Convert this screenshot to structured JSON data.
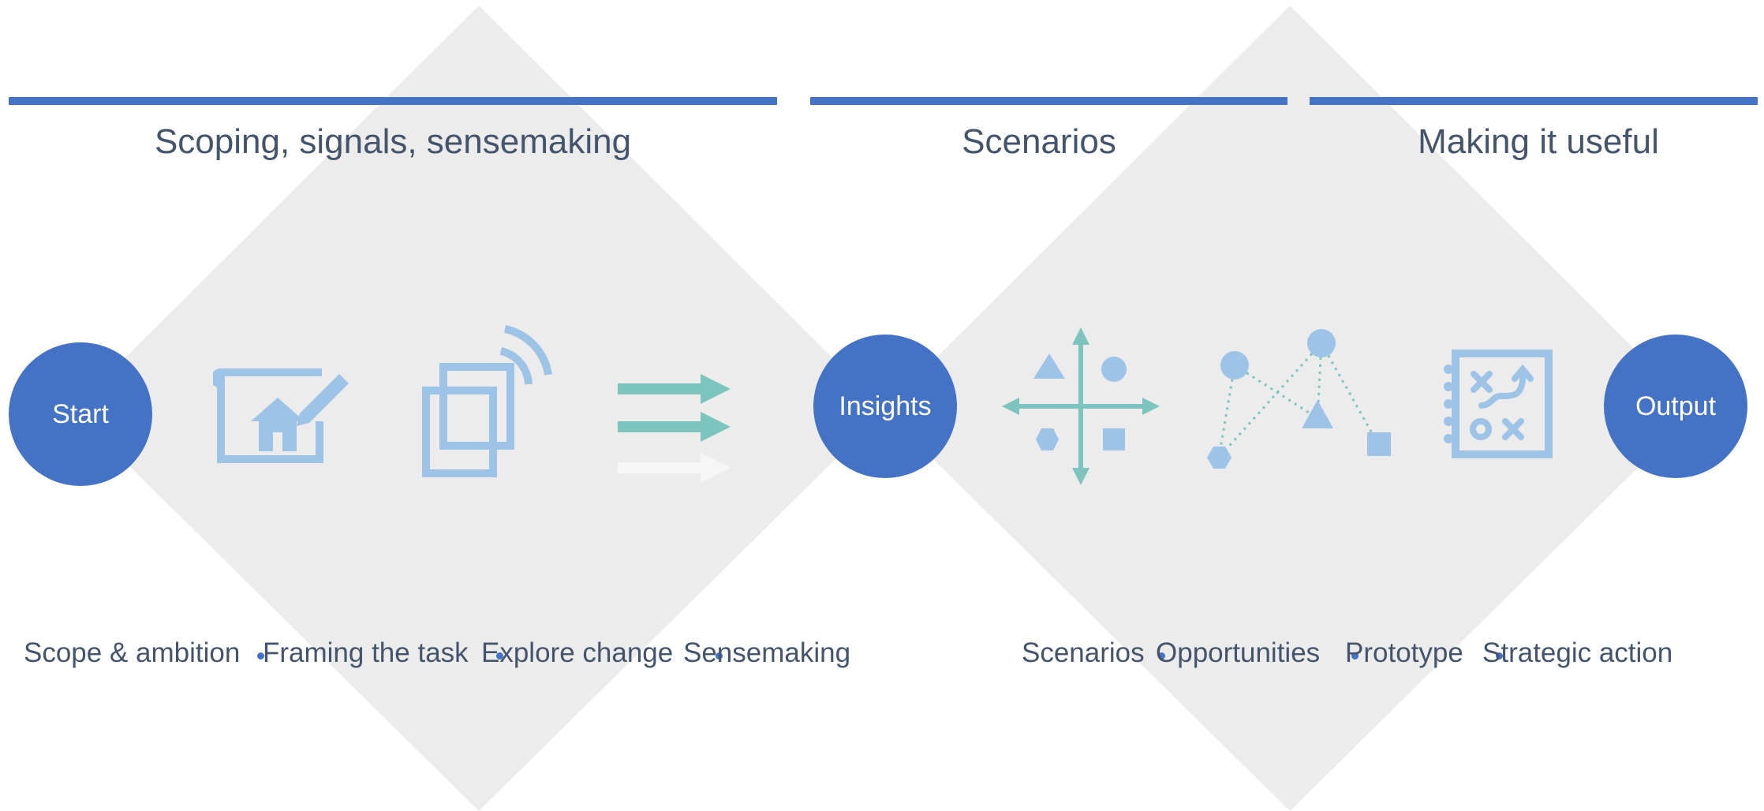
{
  "colors": {
    "accent": "#4472c4",
    "diamond": "#ececec",
    "icon_blue": "#9dc3e6",
    "icon_teal": "#7dc4bf",
    "text": "#44546a"
  },
  "phases": [
    {
      "title": "Scoping, signals, sensemaking"
    },
    {
      "title": "Scenarios"
    },
    {
      "title": "Making it useful"
    }
  ],
  "nodes": {
    "start": "Start",
    "insights": "Insights",
    "output": "Output"
  },
  "steps": {
    "left": [
      "Scope & ambition",
      "Framing the task",
      "Explore change",
      "Sensemaking"
    ],
    "right": [
      "Scenarios",
      "Opportunities",
      "Prototype",
      "Strategic action"
    ]
  },
  "icons": [
    "blueprint-house-icon",
    "signal-frames-icon",
    "arrows-icon",
    "axes-icon",
    "network-icon",
    "strategy-notebook-icon"
  ]
}
